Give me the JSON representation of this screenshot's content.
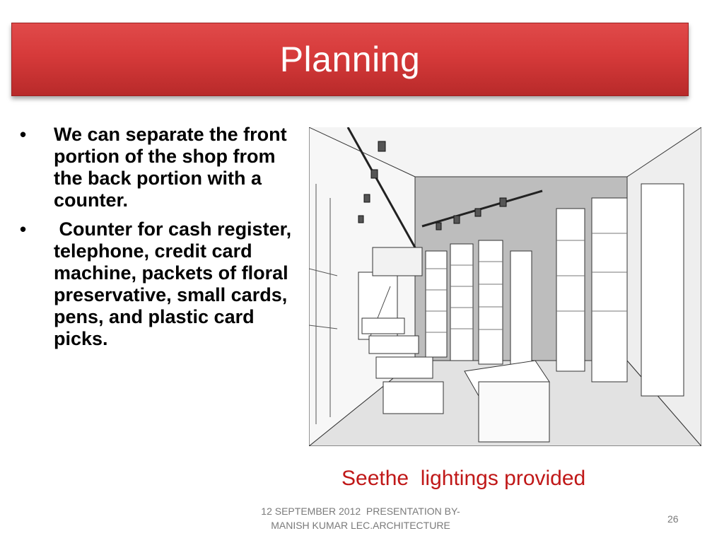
{
  "slide": {
    "title": "Planning",
    "bullets": [
      "We can separate the front portion of the shop from the back portion with a counter.",
      " Counter for cash register, telephone, credit card machine, packets of floral preservative, small cards, pens, and plastic card picks."
    ],
    "bullet_glyph": "•",
    "caption": "Seethe  lightings provided",
    "footer_line1": "12 SEPTEMBER 2012  PRESENTATION BY-",
    "footer_line2": "MANISH KUMAR LEC.ARCHITECTURE",
    "page_number": "26"
  },
  "colors": {
    "title_bar": "#d63a3a",
    "caption": "#c01818",
    "footer": "#7a7a7a"
  }
}
